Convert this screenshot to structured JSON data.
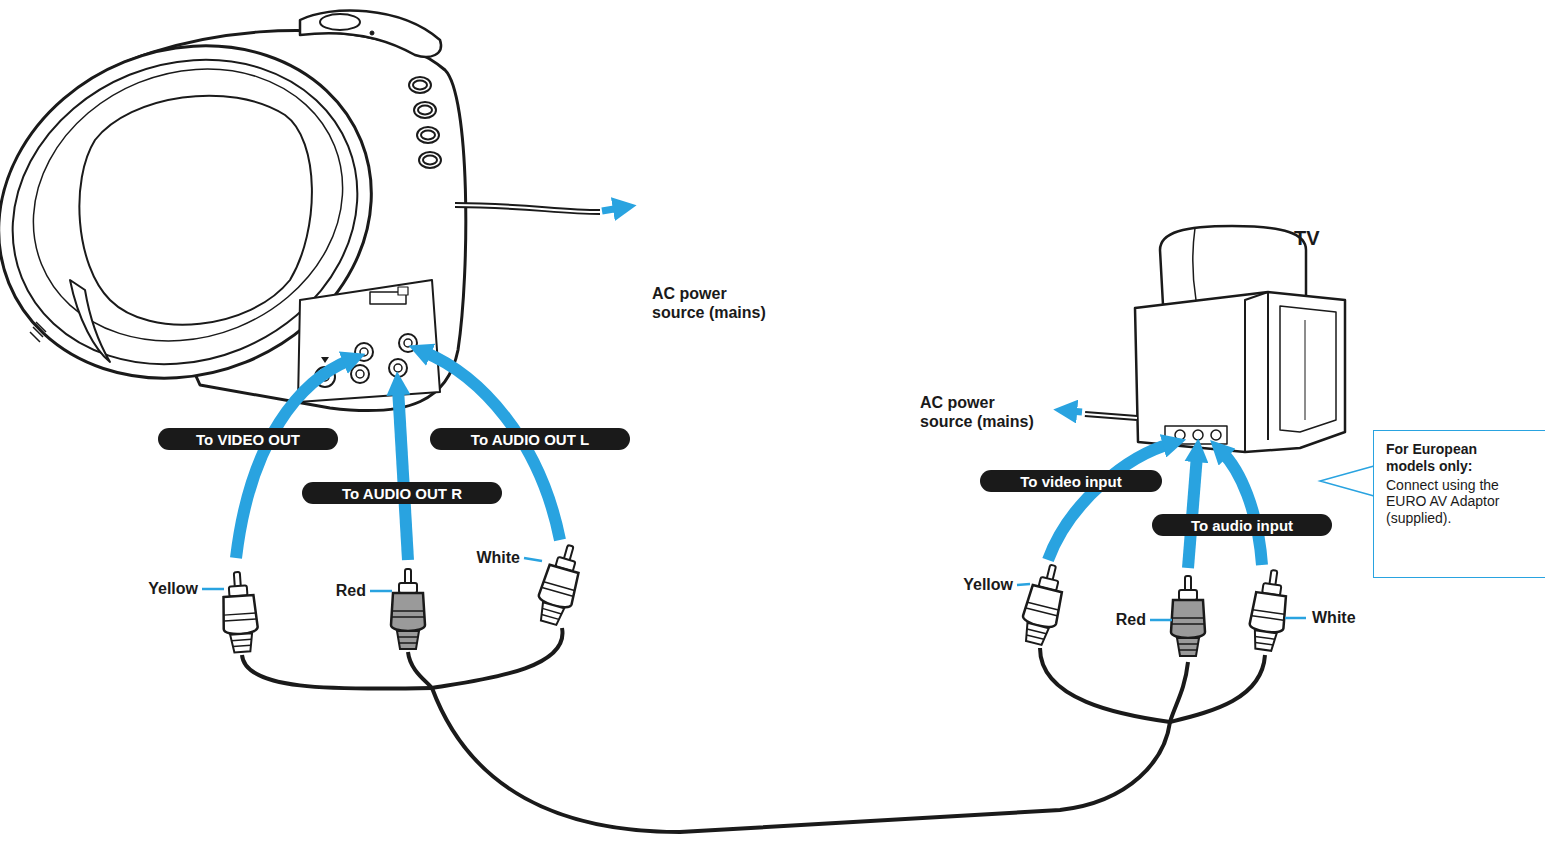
{
  "diagram": {
    "nodes": [
      {
        "text": [
          "To VIDEO OUT"
        ]
      },
      {
        "text": [
          "To AUDIO OUT L"
        ]
      },
      {
        "text": [
          "To AUDIO OUT R"
        ]
      },
      {
        "text": [
          "To video input"
        ]
      },
      {
        "text": [
          "To audio input"
        ]
      },
      {
        "text": [
          "For European models only:",
          "Connect using the EURO AV Adaptor (supplied)."
        ]
      }
    ],
    "labels": [
      "AC power source (mains)",
      "TV",
      "AC power source (mains)",
      "Yellow",
      "Red",
      "White",
      "Yellow",
      "Red",
      "White"
    ]
  }
}
